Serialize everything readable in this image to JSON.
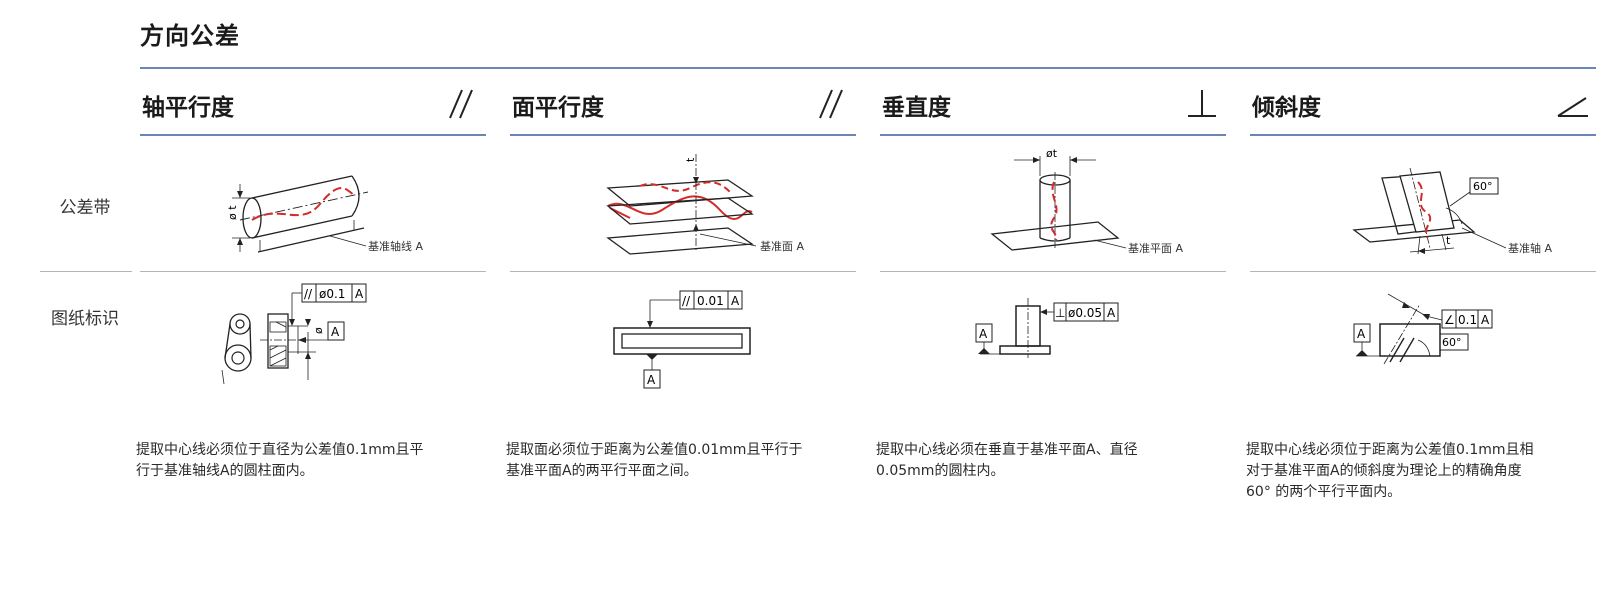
{
  "page": {
    "title": "方向公差"
  },
  "row_labels": {
    "zone": "公差带",
    "marking": "图纸标识"
  },
  "columns": [
    {
      "title": "轴平行度",
      "symbol": "//",
      "zone_figure": {
        "dimension": "ø t",
        "datum_label": "基准轴线 A"
      },
      "mark_figure": {
        "frame_symbol": "//",
        "frame_value": "ø0.1",
        "frame_datum": "A",
        "datum": "A",
        "dim": "ø"
      },
      "description": "提取中心线必须位于直径为公差值0.1mm且平行于基准轴线A的圆柱面内。"
    },
    {
      "title": "面平行度",
      "symbol": "//",
      "zone_figure": {
        "dimension": "t",
        "datum_label": "基准面 A"
      },
      "mark_figure": {
        "frame_symbol": "//",
        "frame_value": "0.01",
        "frame_datum": "A",
        "datum": "A"
      },
      "description": "提取面必须位于距离为公差值0.01mm且平行于基准平面A的两平行平面之间。"
    },
    {
      "title": "垂直度",
      "symbol": "⊥",
      "zone_figure": {
        "dimension": "øt",
        "datum_label": "基准平面 A"
      },
      "mark_figure": {
        "frame_symbol": "⊥",
        "frame_value": "ø0.05",
        "frame_datum": "A",
        "datum": "A"
      },
      "description": "提取中心线必须在垂直于基准平面A、直径0.05mm的圆柱内。"
    },
    {
      "title": "倾斜度",
      "symbol": "∠",
      "zone_figure": {
        "angle": "60°",
        "dimension": "t",
        "datum_label": "基准轴 A"
      },
      "mark_figure": {
        "frame_symbol": "∠",
        "frame_value": "0.1",
        "frame_datum": "A",
        "datum": "A",
        "angle": "60°"
      },
      "description": "提取中心线必须位于距离为公差值0.1mm且相对于基准平面A的倾斜度为理论上的精确角度60° 的两个平行平面内。"
    }
  ],
  "colors": {
    "accent_rule": "#6b86b4",
    "tolerance_curve": "#d42a2a",
    "line": "#222222"
  }
}
